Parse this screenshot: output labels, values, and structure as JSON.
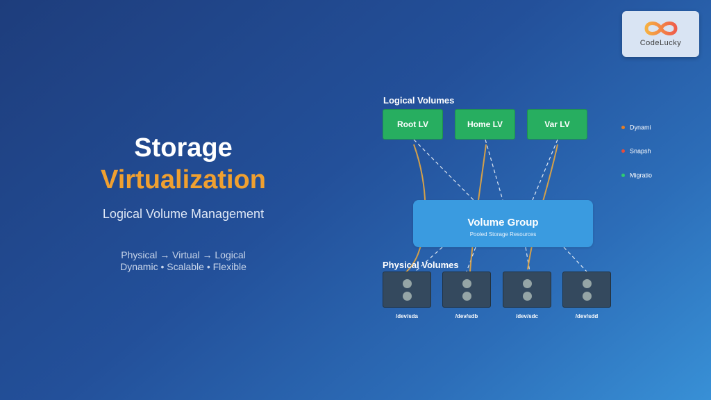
{
  "hero": {
    "title_line1": "Storage",
    "title_line2": "Virtualization",
    "subtitle": "Logical Volume Management",
    "tagline_line1": "Physical → Virtual → Logical",
    "tagline_line2": "Dynamic • Scalable • Flexible"
  },
  "logo": {
    "text": "CodeLucky"
  },
  "diagram": {
    "logical_volumes_label": "Logical Volumes",
    "logical_volumes": [
      "Root LV",
      "Home LV",
      "Var LV"
    ],
    "volume_group": {
      "title": "Volume Group",
      "subtitle": "Pooled Storage Resources"
    },
    "physical_volumes_label": "Physical Volumes",
    "physical_volumes": [
      "/dev/sda",
      "/dev/sdb",
      "/dev/sdc",
      "/dev/sdd"
    ]
  },
  "legend": [
    {
      "label": "Dynami",
      "color": "#e67e22"
    },
    {
      "label": "Snapsh",
      "color": "#e74c3c"
    },
    {
      "label": "Migratio",
      "color": "#2ecc71"
    }
  ],
  "colors": {
    "accent_orange": "#f0a030",
    "lv_green": "#27ae60",
    "vg_blue": "#3a9be0",
    "pv_dark": "#34495e",
    "connector_gold": "#d4a049"
  }
}
